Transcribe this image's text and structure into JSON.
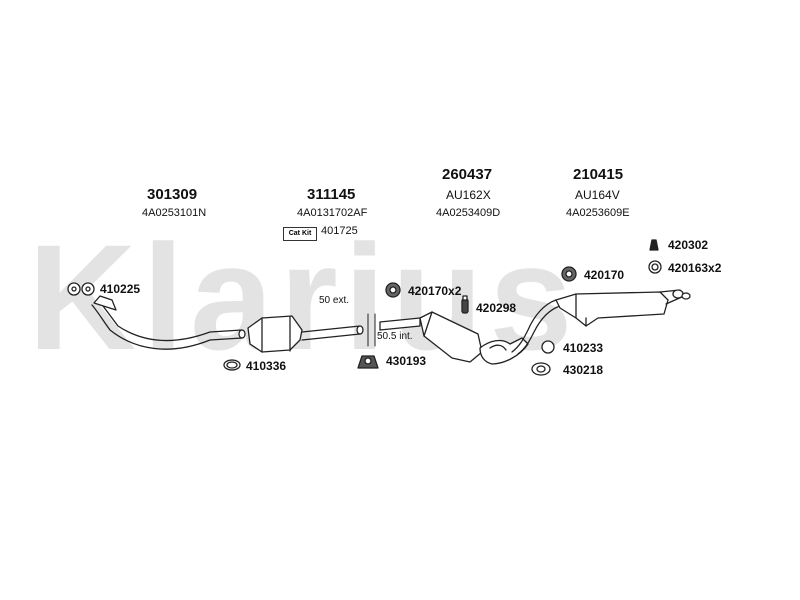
{
  "watermark": "Klarius",
  "parts": [
    {
      "part_number": "301309",
      "code": "4A0253101N"
    },
    {
      "part_number": "311145",
      "code": "4A0131702AF"
    },
    {
      "part_number": "260437",
      "alt": "AU162X",
      "code": "4A0253409D"
    },
    {
      "part_number": "210415",
      "alt": "AU164V",
      "code": "4A0253609E"
    }
  ],
  "cat_kit": {
    "badge": "Cat Kit",
    "number": "401725"
  },
  "accessories": {
    "a410225": "410225",
    "a410336": "410336",
    "a420170x2": "420170x2",
    "a420298": "420298",
    "a430193": "430193",
    "a420170": "420170",
    "a420302": "420302",
    "a420163x2": "420163x2",
    "a410233": "410233",
    "a430218": "430218"
  },
  "notes": {
    "ext": "50 ext.",
    "int": "50.5 int."
  },
  "colors": {
    "watermark": "#e3e3e3",
    "line": "#222222",
    "text": "#111111"
  }
}
